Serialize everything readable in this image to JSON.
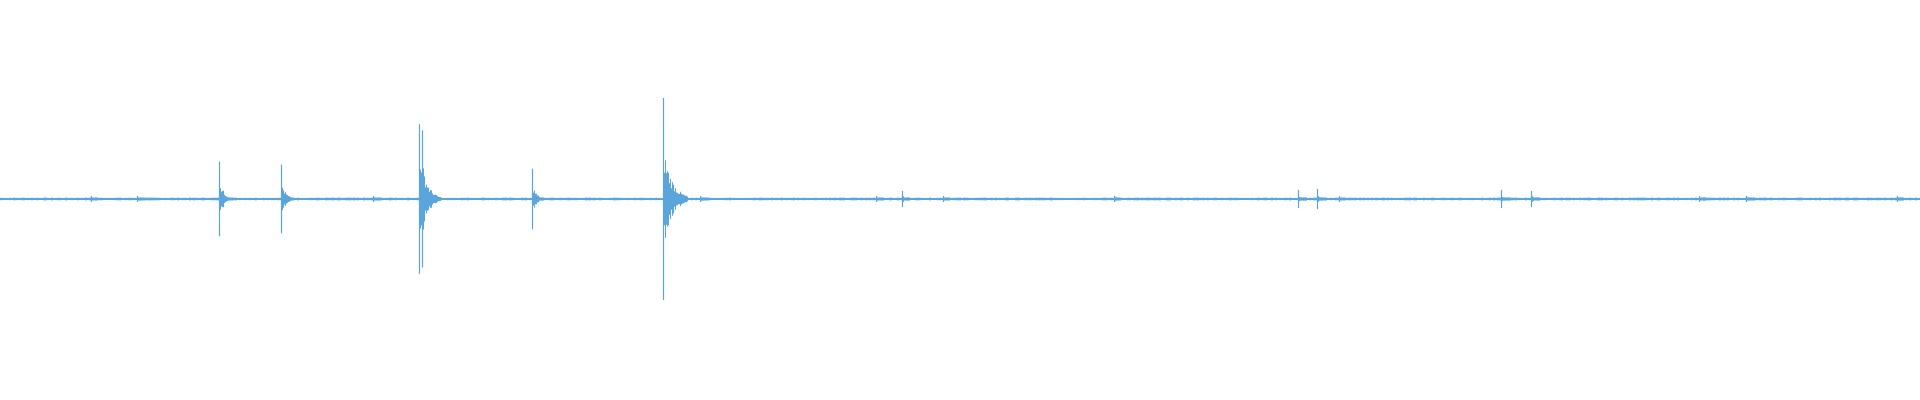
{
  "waveform": {
    "color": "#5aa6dc",
    "background": "#ffffff",
    "duration_fraction_markers": "none",
    "peaks": [
      {
        "t": 0.0475,
        "amp": 0.02
      },
      {
        "t": 0.0715,
        "amp": 0.03
      },
      {
        "t": 0.1142,
        "amp": 0.37
      },
      {
        "t": 0.1462,
        "amp": 0.34
      },
      {
        "t": 0.1945,
        "amp": 0.02
      },
      {
        "t": 0.2183,
        "amp": 0.74
      },
      {
        "t": 0.2198,
        "amp": 0.68
      },
      {
        "t": 0.2772,
        "amp": 0.3
      },
      {
        "t": 0.3455,
        "amp": 1.0
      },
      {
        "t": 0.3648,
        "amp": 0.03
      },
      {
        "t": 0.456,
        "amp": 0.03
      },
      {
        "t": 0.47,
        "amp": 0.08
      },
      {
        "t": 0.491,
        "amp": 0.02
      },
      {
        "t": 0.58,
        "amp": 0.02
      },
      {
        "t": 0.676,
        "amp": 0.09
      },
      {
        "t": 0.686,
        "amp": 0.1
      },
      {
        "t": 0.6975,
        "amp": 0.02
      },
      {
        "t": 0.782,
        "amp": 0.09
      },
      {
        "t": 0.7975,
        "amp": 0.08
      },
      {
        "t": 0.885,
        "amp": 0.03
      },
      {
        "t": 0.9095,
        "amp": 0.03
      },
      {
        "t": 0.988,
        "amp": 0.02
      }
    ]
  }
}
